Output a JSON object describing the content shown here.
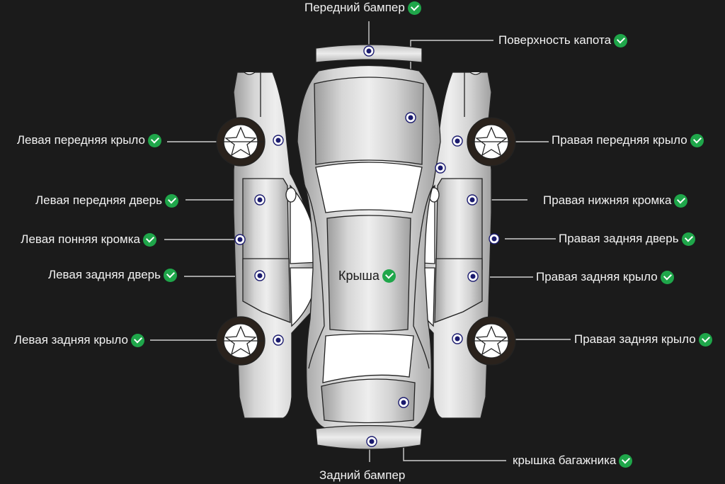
{
  "title": "Схема проверки кузова автомобиля",
  "status_color": "#1fa64a",
  "marker_color": "#1a1a6e",
  "parts": {
    "front_bumper": {
      "label": "Передний бампер",
      "status": "ok"
    },
    "hood": {
      "label": "Поверхность капота",
      "status": "ok"
    },
    "left_front_fender": {
      "label": "Левая передняя крыло",
      "status": "ok"
    },
    "left_front_door": {
      "label": "Левая передняя дверь",
      "status": "ok"
    },
    "left_sill": {
      "label": "Левая понняя кромка",
      "status": "ok"
    },
    "left_rear_door": {
      "label": "Левая задняя дверь",
      "status": "ok"
    },
    "left_rear_fender": {
      "label": "Левая задняя крыло",
      "status": "ok"
    },
    "roof": {
      "label": "Крыша",
      "status": "ok"
    },
    "right_front_fender": {
      "label": "Правая передняя крыло",
      "status": "ok"
    },
    "right_sill": {
      "label": "Правая нижняя кромка",
      "status": "ok"
    },
    "right_rear_door": {
      "label": "Правая задняя дверь",
      "status": "ok"
    },
    "right_rear_fender_upper": {
      "label": "Правая задняя крыло",
      "status": "ok"
    },
    "right_rear_fender": {
      "label": "Правая задняя крыло",
      "status": "ok"
    },
    "trunk_lid": {
      "label": "крышка багажника",
      "status": "ok"
    },
    "rear_bumper": {
      "label": "Задний бампер",
      "status": "none"
    }
  },
  "icons": {
    "status_ok": "check-circle-icon",
    "inspection_point": "target-dot-icon",
    "wheel": "wheel-icon"
  }
}
